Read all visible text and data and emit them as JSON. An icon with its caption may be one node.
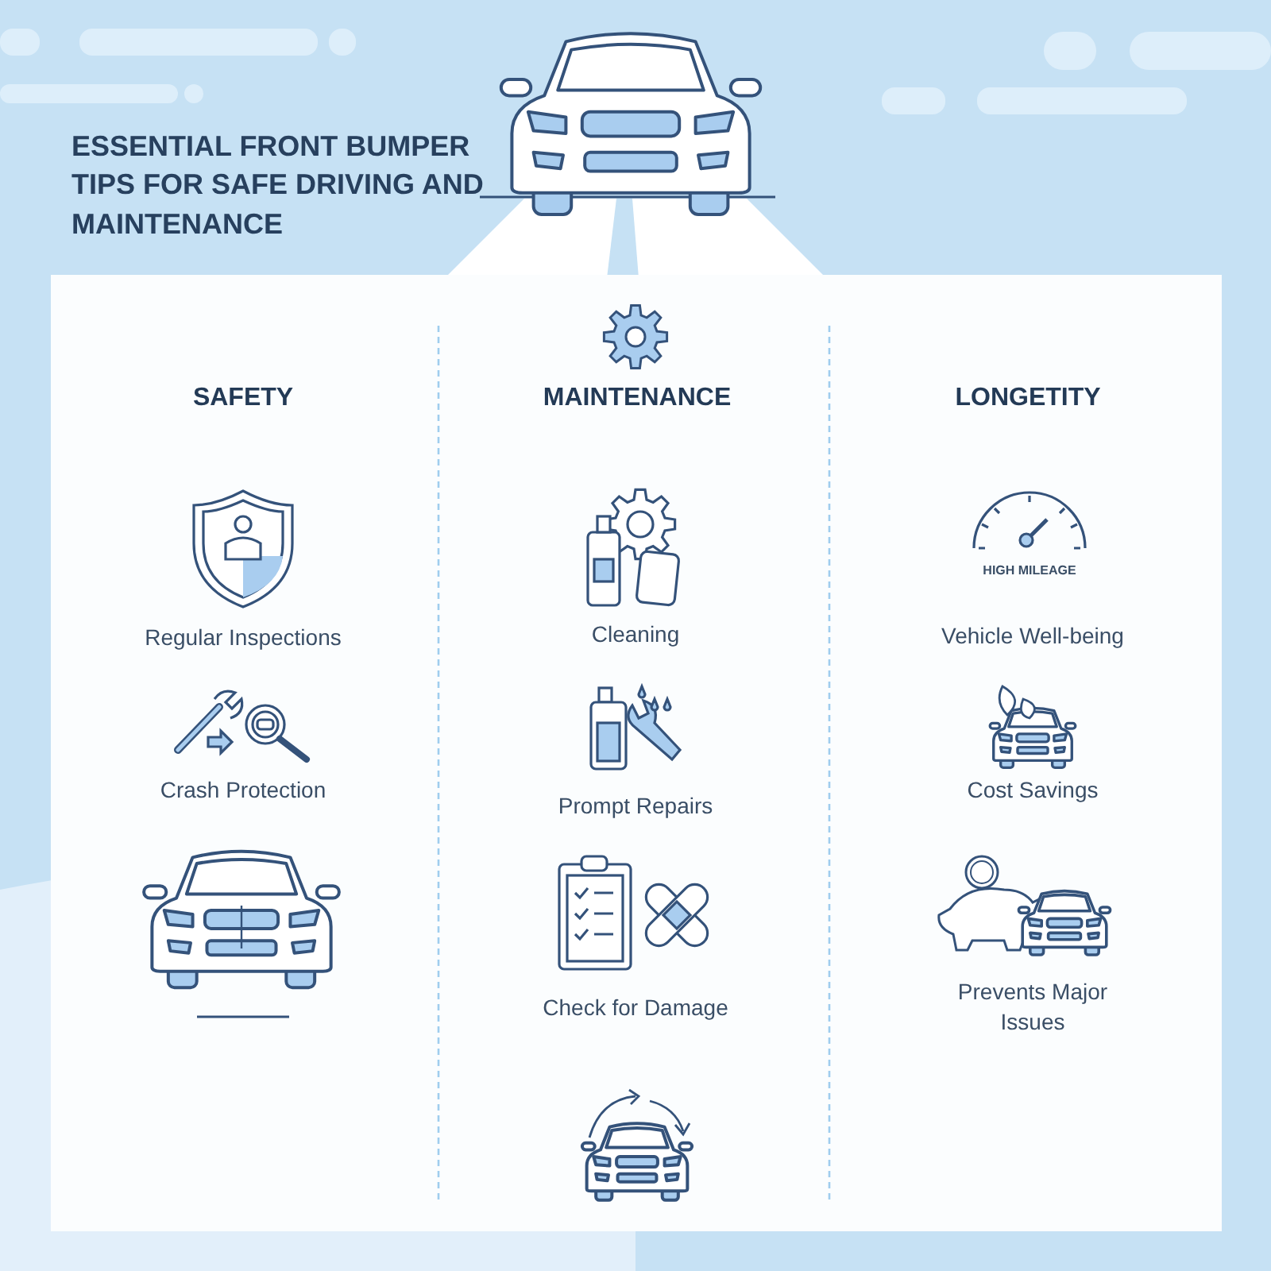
{
  "diagram": {
    "title": "ESSENTIAL FRONT BUMPER TIPS FOR SAFE DRIVING AND MAINTENANCE",
    "labels": [
      "SAFETY",
      "Regular Inspections",
      "Crash Protection",
      "MAINTENANCE",
      "Cleaning",
      "Prompt Repairs",
      "Check for Damage",
      "LONGETITY",
      "HIGH MILEAGE",
      "Vehicle Well-being",
      "Cost Savings",
      "Prevents Major Issues"
    ]
  }
}
